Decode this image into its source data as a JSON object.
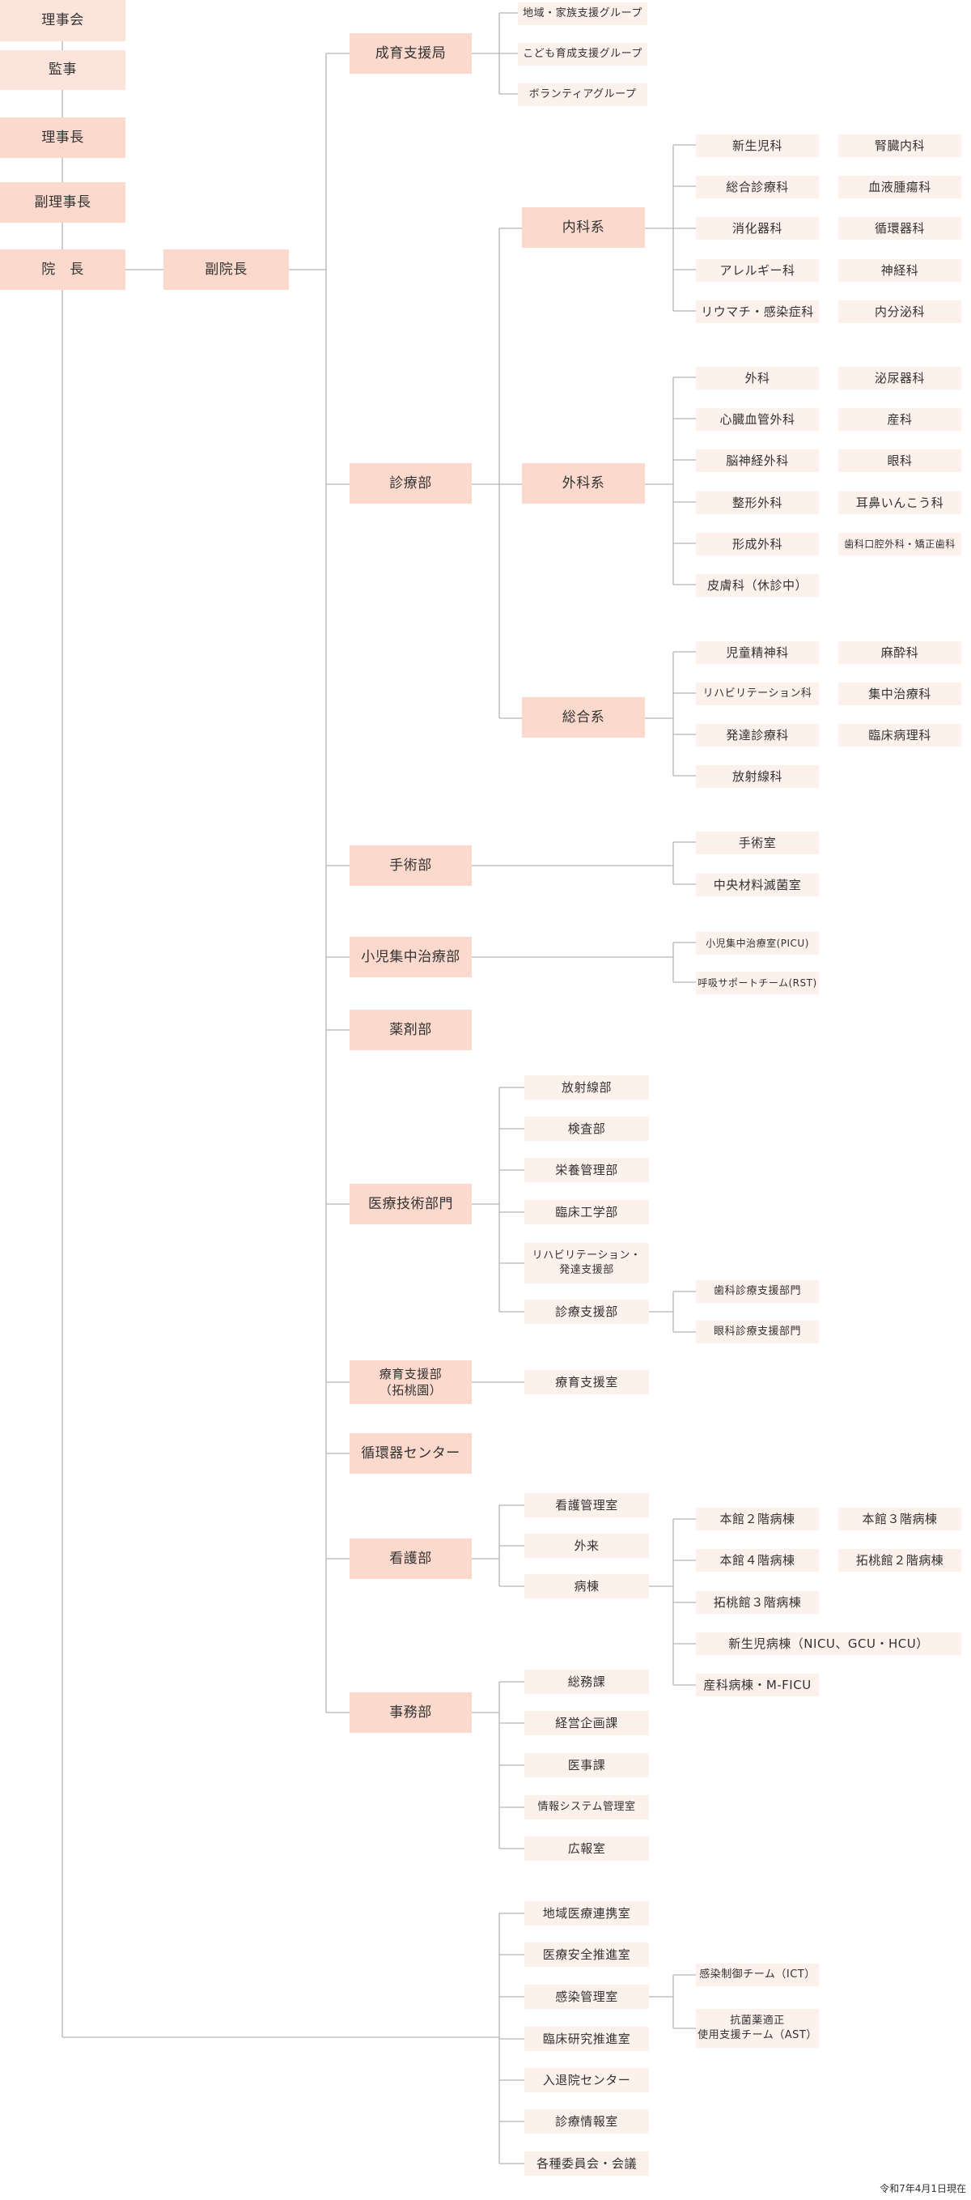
{
  "leadership": {
    "board": "理事会",
    "auditor": "監事",
    "chairman": "理事長",
    "vice_chairman": "副理事長",
    "director": "院　長",
    "vice_director": "副院長"
  },
  "growth_support": {
    "label": "成育支援局",
    "groups": [
      "地域・家族支援グループ",
      "こども育成支援グループ",
      "ボランティアグループ"
    ]
  },
  "medical": {
    "label": "診療部",
    "internal": {
      "label": "内科系",
      "col1": [
        "新生児科",
        "総合診療科",
        "消化器科",
        "アレルギー科",
        "リウマチ・感染症科"
      ],
      "col2": [
        "腎臓内科",
        "血液腫瘍科",
        "循環器科",
        "神経科",
        "内分泌科"
      ]
    },
    "surgical": {
      "label": "外科系",
      "col1": [
        "外科",
        "心臓血管外科",
        "脳神経外科",
        "整形外科",
        "形成外科",
        "皮膚科（休診中）"
      ],
      "col2": [
        "泌尿器科",
        "産科",
        "眼科",
        "耳鼻いんこう科",
        "歯科口腔外科・矯正歯科"
      ]
    },
    "general": {
      "label": "総合系",
      "col1": [
        "児童精神科",
        "リハビリテーション科",
        "発達診療科",
        "放射線科"
      ],
      "col2": [
        "麻酔科",
        "集中治療科",
        "臨床病理科"
      ]
    }
  },
  "surgery_dept": {
    "label": "手術部",
    "children": [
      "手術室",
      "中央材料滅菌室"
    ]
  },
  "picu_dept": {
    "label": "小児集中治療部",
    "children": [
      "小児集中治療室(PICU)",
      "呼吸サポートチーム(RST)"
    ]
  },
  "pharmacy": {
    "label": "薬剤部"
  },
  "med_tech": {
    "label": "医療技術部門",
    "children": [
      "放射線部",
      "検査部",
      "栄養管理部",
      "臨床工学部",
      "リハビリテーション・\n発達支援部",
      "診療支援部"
    ],
    "support_children": [
      "歯科診療支援部門",
      "眼科診療支援部門"
    ]
  },
  "rehab_support": {
    "label": "療育支援部\n（拓桃園）",
    "children": [
      "療育支援室"
    ]
  },
  "cardio_center": {
    "label": "循環器センター"
  },
  "nursing": {
    "label": "看護部",
    "children": [
      "看護管理室",
      "外来",
      "病棟"
    ],
    "wards_col1": [
      "本館２階病棟",
      "本館４階病棟",
      "拓桃館３階病棟",
      "新生児病棟（NICU、GCU・HCU）",
      "産科病棟・M-FICU"
    ],
    "wards_col2": [
      "本館３階病棟",
      "拓桃館２階病棟"
    ]
  },
  "admin": {
    "label": "事務部",
    "children": [
      "総務課",
      "経営企画課",
      "医事課",
      "情報システム管理室",
      "広報室"
    ]
  },
  "direct": {
    "children": [
      "地域医療連携室",
      "医療安全推進室",
      "感染管理室",
      "臨床研究推進室",
      "入退院センター",
      "診療情報室",
      "各種委員会・会議"
    ],
    "infection_children": [
      "感染制御チーム（ICT）",
      "抗菌薬適正\n使用支援チーム（AST）"
    ]
  },
  "as_of": "令和7年4月1日現在",
  "colors": {
    "line": "#b3b3b3",
    "level1_fill": "#fce4dc",
    "level2_fill": "#fbd9cc",
    "level3_fill": "#fdf1ec",
    "text": "#333333"
  }
}
